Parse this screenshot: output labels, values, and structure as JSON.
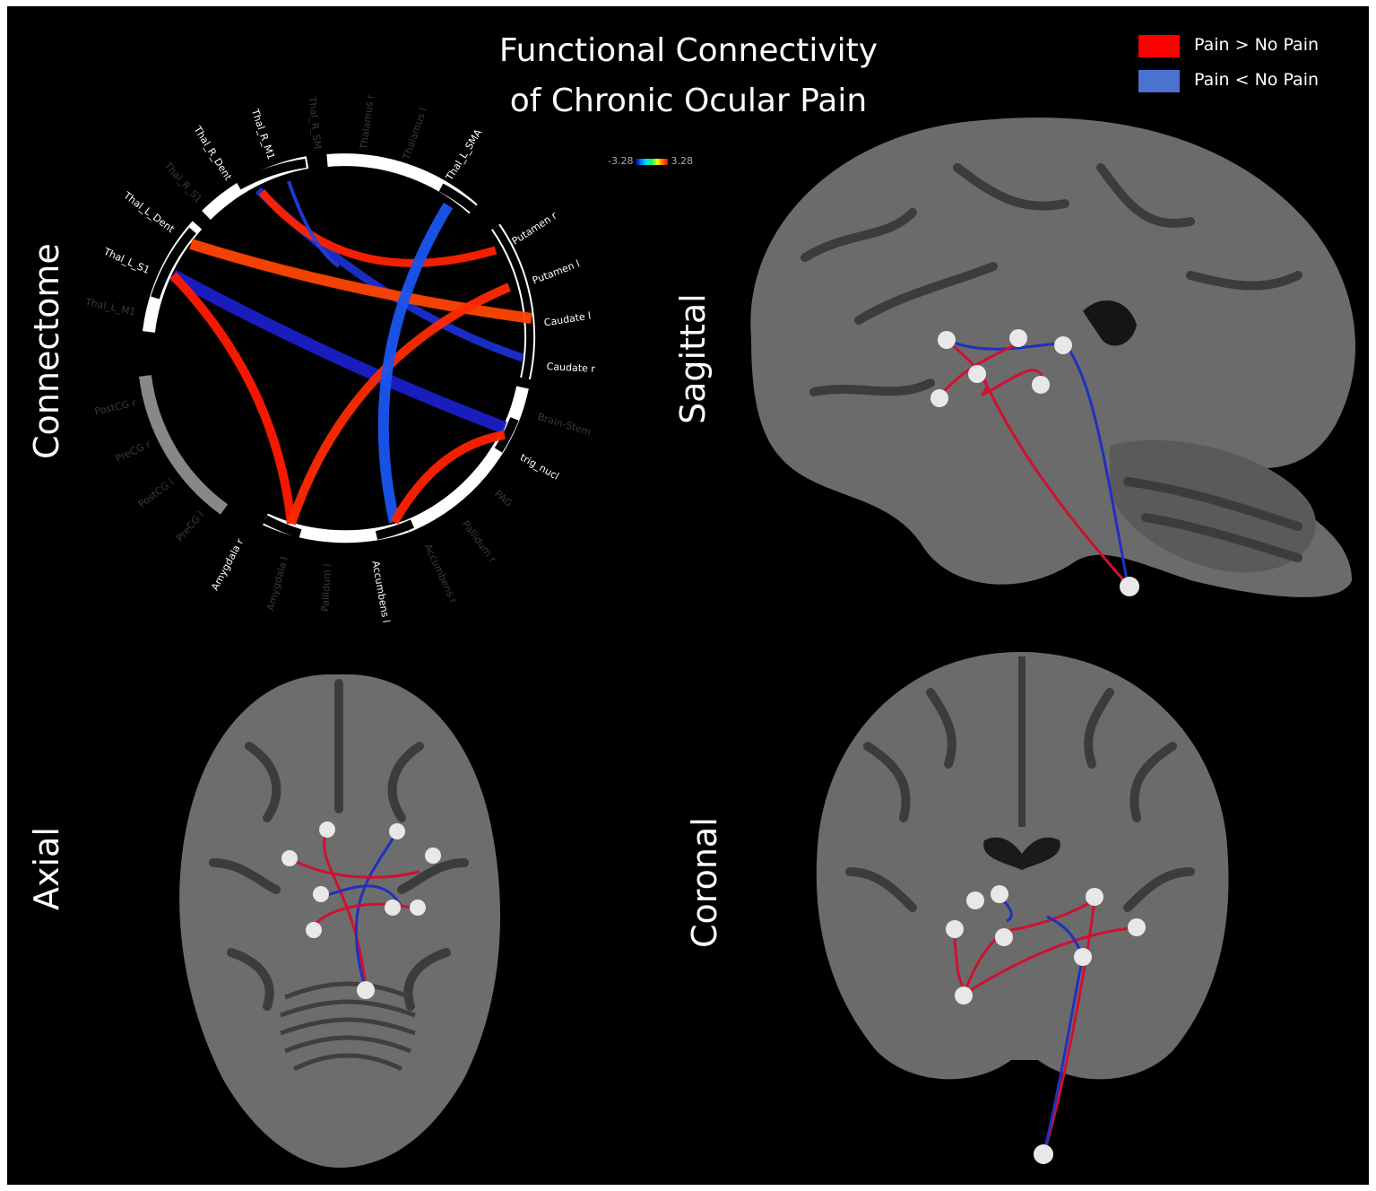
{
  "title": {
    "line1": "Functional Connectivity",
    "line2": "of Chronic Ocular Pain"
  },
  "legend": {
    "items": [
      {
        "label": "Pain > No Pain",
        "color": "#ff0000"
      },
      {
        "label": "Pain < No Pain",
        "color": "#4a72d0"
      }
    ]
  },
  "panel_labels": {
    "connectome": "Connectome",
    "sagittal": "Sagittal",
    "axial": "Axial",
    "coronal": "Coronal"
  },
  "color_scale": {
    "min": "-3.28",
    "max": "3.28"
  },
  "connectome": {
    "nodes": [
      {
        "label": "Thal_R_Dent",
        "visible": true
      },
      {
        "label": "Thal_R_M1",
        "visible": true
      },
      {
        "label": "Thal_R_SM",
        "visible": false
      },
      {
        "label": "Thalamus r",
        "visible": false
      },
      {
        "label": "Thalamus l",
        "visible": false
      },
      {
        "label": "Thal_L_SMA",
        "visible": true
      },
      {
        "label": "Thal_R_S1",
        "visible": false
      },
      {
        "label": "Thal_L_Dent",
        "visible": true
      },
      {
        "label": "Thal_L_S1",
        "visible": true
      },
      {
        "label": "Thal_L_M1",
        "visible": false
      },
      {
        "label": "Putamen r",
        "visible": true
      },
      {
        "label": "Putamen l",
        "visible": true
      },
      {
        "label": "Caudate l",
        "visible": true
      },
      {
        "label": "Caudate r",
        "visible": true
      },
      {
        "label": "Brain-Stem",
        "visible": false
      },
      {
        "label": "trig_nucl",
        "visible": true
      },
      {
        "label": "PAG",
        "visible": false
      },
      {
        "label": "Pallidum r",
        "visible": false
      },
      {
        "label": "Accumbens r",
        "visible": false
      },
      {
        "label": "Accumbens l",
        "visible": true
      },
      {
        "label": "Pallidum l",
        "visible": false
      },
      {
        "label": "Amygdala l",
        "visible": false
      },
      {
        "label": "Amygdala r",
        "visible": true
      },
      {
        "label": "PreCG l",
        "visible": false
      },
      {
        "label": "PostCG l",
        "visible": false
      },
      {
        "label": "PreCG r",
        "visible": false
      },
      {
        "label": "PostCG r",
        "visible": false
      }
    ],
    "connections": [
      {
        "from": "Thal_R_M1",
        "to": "Putamen r",
        "direction": "Pain > No Pain"
      },
      {
        "from": "Thal_R_M1",
        "to": "Caudate r",
        "direction": "Pain < No Pain"
      },
      {
        "from": "Thal_L_SMA",
        "to": "Accumbens l",
        "direction": "Pain < No Pain"
      },
      {
        "from": "Thal_L_Dent",
        "to": "Caudate l",
        "direction": "Pain > No Pain"
      },
      {
        "from": "Thal_L_S1",
        "to": "trig_nucl",
        "direction": "Pain < No Pain"
      },
      {
        "from": "Thal_L_S1",
        "to": "Amygdala r",
        "direction": "Pain > No Pain"
      },
      {
        "from": "Amygdala r",
        "to": "Putamen l",
        "direction": "Pain > No Pain"
      },
      {
        "from": "Accumbens l",
        "to": "trig_nucl",
        "direction": "Pain > No Pain"
      }
    ]
  }
}
